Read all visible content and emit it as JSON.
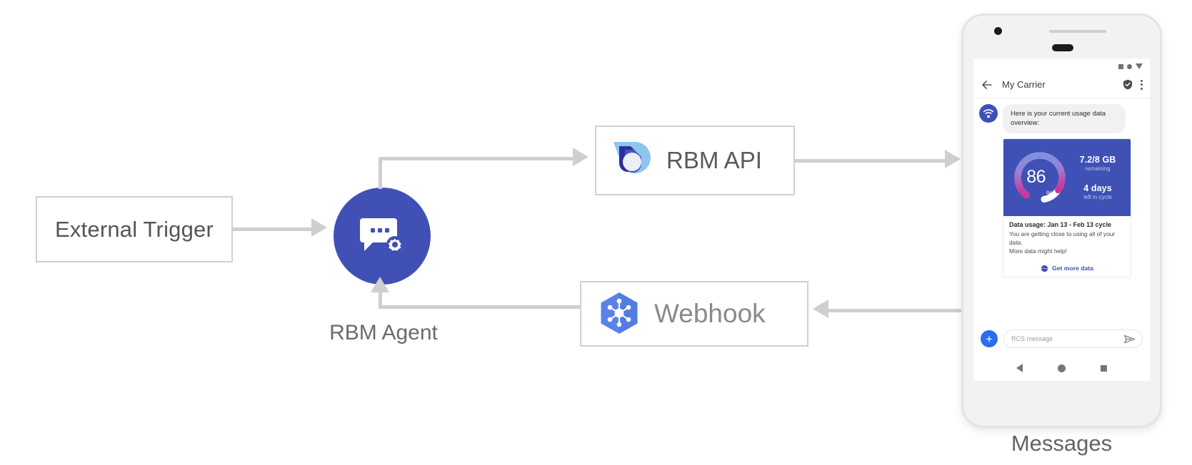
{
  "diagram": {
    "nodes": {
      "external_trigger": {
        "label": "External Trigger"
      },
      "rbm_agent": {
        "label": "RBM Agent",
        "icon": "chat-gear-icon"
      },
      "rbm_api": {
        "label": "RBM API",
        "icon": "rbm-api-icon"
      },
      "webhook": {
        "label": "Webhook",
        "icon": "webhook-hexagon-icon"
      }
    },
    "device_label": "Messages"
  },
  "phone": {
    "status_icons": [
      "square-icon",
      "circle-icon",
      "triangle-down-icon"
    ],
    "app_bar": {
      "back_label": "back-arrow-icon",
      "title": "My Carrier",
      "verified_icon": "shield-check-icon",
      "overflow_icon": "more-vertical-icon"
    },
    "conversation": {
      "avatar_icon": "rcs-agent-wifi-icon",
      "message": "Here is your current usage data overview:",
      "card": {
        "gauge": {
          "percent": "86",
          "symbol": "%",
          "value": 86
        },
        "data_amount": "7.2/8 GB",
        "data_amount_sub": "remaining",
        "days_left": "4 days",
        "days_left_sub": "left in cycle",
        "title": "Data usage: Jan 13 - Feb 13 cycle",
        "description_line1": "You are getting close to using all of your data.",
        "description_line2": "More data might help!",
        "action_label": "Get more data",
        "action_icon": "globe-icon"
      }
    },
    "compose": {
      "add_icon": "plus-icon",
      "placeholder": "RCS message",
      "value": "",
      "send_icon": "send-icon"
    },
    "nav_bar": {
      "back_icon": "nav-back-triangle-icon",
      "home_icon": "nav-home-circle-icon",
      "recents_icon": "nav-recents-square-icon"
    }
  },
  "colors": {
    "agent_blue": "#4050b5",
    "card_blue": "#3f51b5",
    "webhook_blue": "#5b82e8",
    "api_light_blue": "#8cc6ef",
    "api_dark_blue": "#2d2f9e",
    "connector_gray": "#cfcfcf",
    "action_blue": "#3f51b5",
    "gauge_pink": "#e0218a",
    "gauge_blue": "#6f9be8"
  }
}
